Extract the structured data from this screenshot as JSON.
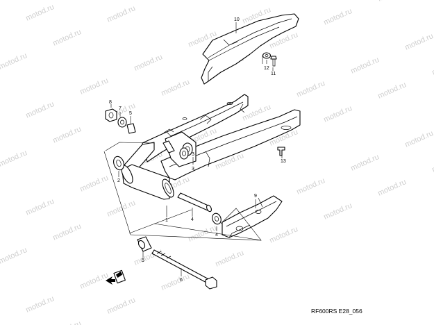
{
  "watermark": {
    "text": "motod.ru",
    "color": "#cfcfcf"
  },
  "drawing_code": "RF600RS E28_056",
  "callouts": [
    {
      "id": "callout-1",
      "number": "1",
      "part": "swingarm"
    },
    {
      "id": "callout-2",
      "number": "2",
      "part": "left-bearing"
    },
    {
      "id": "callout-3a",
      "number": "3",
      "part": "dust-seal-upper"
    },
    {
      "id": "callout-3b",
      "number": "3",
      "part": "dust-seal-lower"
    },
    {
      "id": "callout-4",
      "number": "4",
      "part": "spacer"
    },
    {
      "id": "callout-4b",
      "number": "4",
      "part": "spacer-right"
    },
    {
      "id": "callout-5a",
      "number": "5",
      "part": "collar-upper"
    },
    {
      "id": "callout-5b",
      "number": "5",
      "part": "collar-lower"
    },
    {
      "id": "callout-6",
      "number": "6",
      "part": "pivot-shaft"
    },
    {
      "id": "callout-7",
      "number": "7",
      "part": "washer"
    },
    {
      "id": "callout-8",
      "number": "8",
      "part": "nut"
    },
    {
      "id": "callout-9",
      "number": "9",
      "part": "chain-buffer"
    },
    {
      "id": "callout-10",
      "number": "10",
      "part": "chain-cover"
    },
    {
      "id": "callout-11",
      "number": "11",
      "part": "bolt"
    },
    {
      "id": "callout-12",
      "number": "12",
      "part": "cover-washer"
    },
    {
      "id": "callout-13",
      "number": "13",
      "part": "clip"
    }
  ],
  "front_arrow": {
    "icon": "front-direction-arrow-icon"
  }
}
